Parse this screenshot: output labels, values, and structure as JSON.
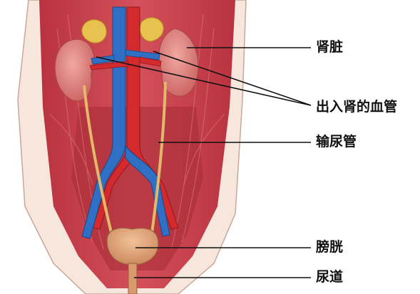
{
  "labels": {
    "kidney": "肾脏",
    "renal_vessels": "出入肾的血管",
    "ureter": "输尿管",
    "bladder": "膀胱",
    "urethra": "尿道"
  },
  "colors": {
    "muscle": "#c8404a",
    "muscle_dark": "#a52a36",
    "kidney": "#d97a76",
    "adrenal": "#e8c24e",
    "vein": "#2f6fc4",
    "artery": "#d42a2e",
    "ureter": "#e2b86a",
    "bladder": "#d99a6e",
    "skin": "#f7e6dc",
    "leader_line": "#111111"
  }
}
